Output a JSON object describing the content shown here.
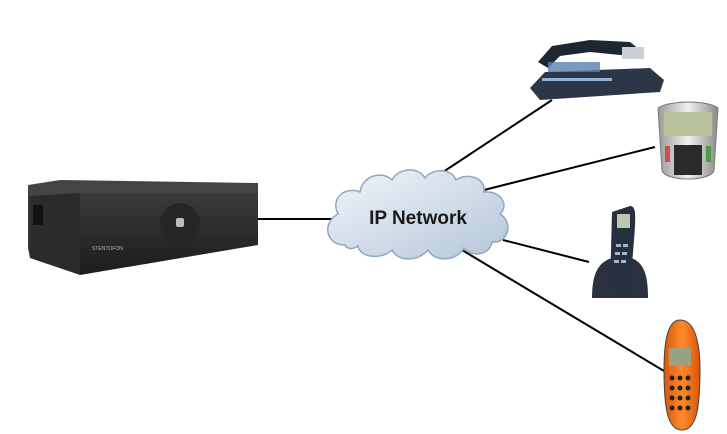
{
  "diagram": {
    "cloud": {
      "label": "IP Network",
      "fill_top": "#eef3f8",
      "fill_bottom": "#b9cbdc",
      "stroke": "#8fa9c2"
    },
    "server": {
      "name": "server-unit",
      "brand_text": "STENTOFON"
    },
    "devices": [
      {
        "name": "desk-phone"
      },
      {
        "name": "ip-phone"
      },
      {
        "name": "dect-handset"
      },
      {
        "name": "orange-handset"
      }
    ],
    "line_color": "#000000"
  }
}
